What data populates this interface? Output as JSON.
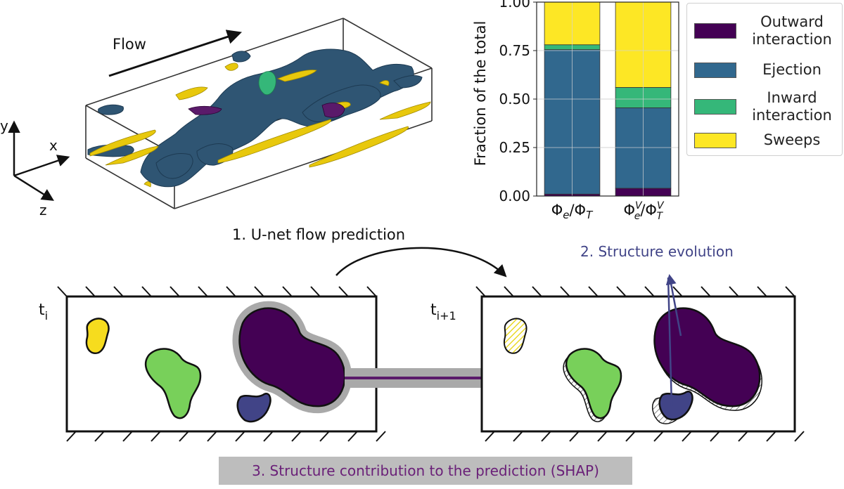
{
  "chart_data": {
    "type": "bar",
    "stacked": true,
    "categories": [
      "Φe/ΦT",
      "ΦeV/ΦTV"
    ],
    "ylabel": "Fraction of the total",
    "ylim": [
      0,
      1
    ],
    "yticks": [
      "0.00",
      "0.25",
      "0.50",
      "0.75",
      "1.00"
    ],
    "grid": true,
    "legend_position": "right",
    "series": [
      {
        "name": "Outward interaction",
        "values": [
          0.01,
          0.04
        ],
        "color": "#440154"
      },
      {
        "name": "Ejection",
        "values": [
          0.745,
          0.415
        ],
        "color": "#31688e"
      },
      {
        "name": "Inward interaction",
        "values": [
          0.025,
          0.105
        ],
        "color": "#35b779"
      },
      {
        "name": "Sweeps",
        "values": [
          0.22,
          0.44
        ],
        "color": "#fde725"
      }
    ]
  },
  "legend": {
    "outward": [
      "Outward",
      "interaction"
    ],
    "ejection": "Ejection",
    "inward": [
      "Inward",
      "interaction"
    ],
    "sweeps": "Sweeps"
  },
  "render3d": {
    "flow_label": "Flow",
    "axes": {
      "y": "y",
      "x": "x",
      "z": "z"
    }
  },
  "diagram": {
    "step1": "1. U-net flow prediction",
    "step2": "2. Structure evolution",
    "step3": "3. Structure contribution to the prediction (SHAP)",
    "time_left": {
      "base": "t",
      "sub": "i"
    },
    "time_right": {
      "base": "t",
      "sub": "i+1"
    }
  },
  "colors": {
    "outward": "#440154",
    "ejection": "#31688e",
    "inward": "#35b779",
    "sweeps": "#fde725",
    "green_blob": "#78d05a",
    "blue_blob": "#414487",
    "shap_text": "#6a2078",
    "evolution": "#414487"
  }
}
